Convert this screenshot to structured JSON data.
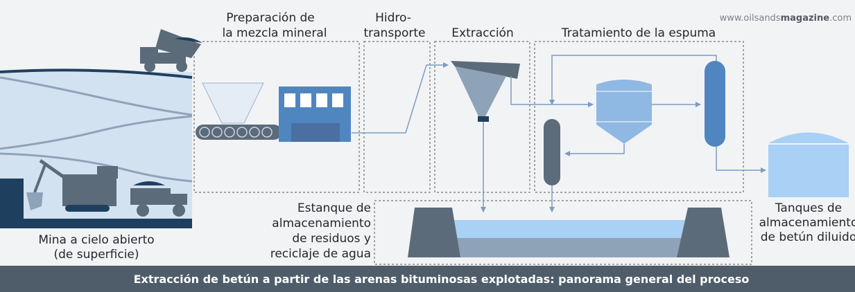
{
  "watermark": {
    "prefix": "www.oilsands",
    "bold": "magazine",
    "suffix": ".com"
  },
  "stages": {
    "mixture_prep": {
      "line1": "Preparación de",
      "line2": "la mezcla mineral"
    },
    "hydrotransport": {
      "line1": "Hidro-",
      "line2": "transporte"
    },
    "extraction": {
      "label": "Extracción"
    },
    "froth_treatment": {
      "label": "Tratamiento de la espuma"
    }
  },
  "mine": {
    "line1": "Mina a cielo abierto",
    "line2": "(de superficie)"
  },
  "tailings": {
    "line1": "Estanque de",
    "line2": "almacenamiento",
    "line3": "de residuos y",
    "line4": "reciclaje de agua"
  },
  "storage": {
    "line1": "Tanques de",
    "line2": "almacenamiento",
    "line3": "de betún diluido"
  },
  "footer": {
    "caption": "Extracción de betún a partir de las arenas bituminosas explotadas: panorama general del proceso"
  },
  "colors": {
    "dark_slate": "#5b6b7a",
    "mid_blue": "#4f86c0",
    "light_blue": "#8fb8e3",
    "pale_blue": "#a9d0f5",
    "pit_fill": "#d3e2f1",
    "navy": "#1f3f5f",
    "footer_bg": "#4f5d6b"
  }
}
